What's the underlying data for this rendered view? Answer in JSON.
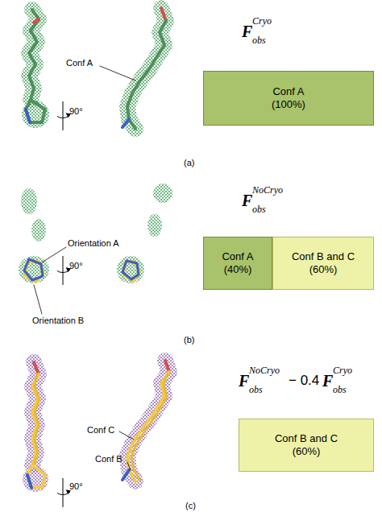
{
  "diagram": {
    "nodes": [
      {
        "text": [
          "Conf A (100%)"
        ]
      },
      {
        "text": [
          "Conf A (40%)"
        ]
      },
      {
        "text": [
          "Conf B and C (60%)"
        ]
      },
      {
        "text": [
          "Conf B and C (60%)"
        ]
      }
    ],
    "labels": [
      "Conf A",
      "90°",
      "F",
      "obs",
      "Cryo",
      "(a)",
      "Orientation A",
      "Orientation B",
      "90°",
      "F",
      "obs",
      "NoCryo",
      "(b)",
      "Conf C",
      "Conf B",
      "90°",
      "F",
      "obs",
      "NoCryo",
      "− 0.4",
      "F",
      "obs",
      "Cryo",
      "(c)"
    ]
  }
}
